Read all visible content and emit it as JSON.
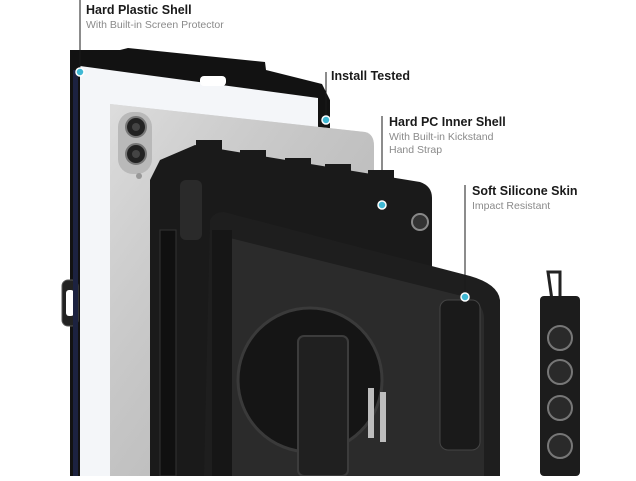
{
  "labels": {
    "hard_plastic_shell": {
      "title": "Hard Plastic Shell",
      "subtitle": "With Built-in Screen Protector"
    },
    "install_tested": {
      "title": "Install Tested"
    },
    "hard_pc_inner_shell": {
      "title": "Hard PC Inner Shell",
      "subtitle_line1": "With Built-in Kickstand",
      "subtitle_line2": "Hand Strap"
    },
    "soft_silicone_skin": {
      "title": "Soft Silicone Skin",
      "subtitle": "Impact Resistant"
    }
  },
  "colors": {
    "callout_dot": "#3fb8d4",
    "callout_line": "#1a1a1a",
    "case_black": "#141414",
    "tablet_silver": "#c9c9c9"
  }
}
